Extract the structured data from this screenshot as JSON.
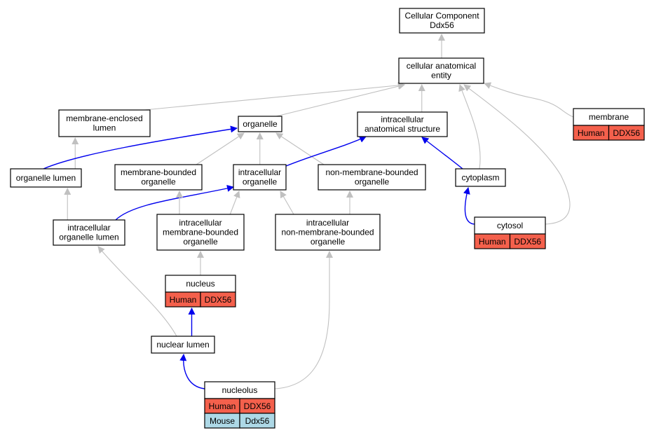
{
  "colors": {
    "edge_default": "#c0c0c0",
    "edge_highlight": "#0000ee",
    "human": "#f4604c",
    "mouse": "#add8e6"
  },
  "nodes": [
    {
      "id": "cellular-component",
      "lines": [
        "Cellular Component",
        "Ddx56"
      ]
    },
    {
      "id": "cellular-anatomical-entity",
      "lines": [
        "cellular anatomical",
        "entity"
      ]
    },
    {
      "id": "membrane-enclosed-lumen",
      "lines": [
        "membrane-enclosed",
        "lumen"
      ]
    },
    {
      "id": "organelle",
      "lines": [
        "organelle"
      ]
    },
    {
      "id": "intracellular-anatomical-structure",
      "lines": [
        "intracellular",
        "anatomical structure"
      ]
    },
    {
      "id": "membrane",
      "lines": [
        "membrane"
      ],
      "annotations": [
        {
          "species": "Human",
          "gene": "DDX56"
        }
      ]
    },
    {
      "id": "organelle-lumen",
      "lines": [
        "organelle lumen"
      ]
    },
    {
      "id": "membrane-bounded-organelle",
      "lines": [
        "membrane-bounded",
        "organelle"
      ]
    },
    {
      "id": "intracellular-organelle",
      "lines": [
        "intracellular",
        "organelle"
      ]
    },
    {
      "id": "non-membrane-bounded-organelle",
      "lines": [
        "non-membrane-bounded",
        "organelle"
      ]
    },
    {
      "id": "cytoplasm",
      "lines": [
        "cytoplasm"
      ]
    },
    {
      "id": "intracellular-organelle-lumen",
      "lines": [
        "intracellular",
        "organelle lumen"
      ]
    },
    {
      "id": "intracellular-membrane-bounded-organelle",
      "lines": [
        "intracellular",
        "membrane-bounded",
        "organelle"
      ]
    },
    {
      "id": "intracellular-non-membrane-bounded-organelle",
      "lines": [
        "intracellular",
        "non-membrane-bounded",
        "organelle"
      ]
    },
    {
      "id": "cytosol",
      "lines": [
        "cytosol"
      ],
      "annotations": [
        {
          "species": "Human",
          "gene": "DDX56"
        }
      ]
    },
    {
      "id": "nucleus",
      "lines": [
        "nucleus"
      ],
      "annotations": [
        {
          "species": "Human",
          "gene": "DDX56"
        }
      ]
    },
    {
      "id": "nuclear-lumen",
      "lines": [
        "nuclear lumen"
      ]
    },
    {
      "id": "nucleolus",
      "lines": [
        "nucleolus"
      ],
      "annotations": [
        {
          "species": "Human",
          "gene": "DDX56"
        },
        {
          "species": "Mouse",
          "gene": "Ddx56"
        }
      ]
    }
  ],
  "edges": [
    {
      "from": "cellular-anatomical-entity",
      "to": "cellular-component",
      "highlight": false
    },
    {
      "from": "membrane-enclosed-lumen",
      "to": "cellular-anatomical-entity",
      "highlight": false
    },
    {
      "from": "organelle",
      "to": "cellular-anatomical-entity",
      "highlight": false
    },
    {
      "from": "intracellular-anatomical-structure",
      "to": "cellular-anatomical-entity",
      "highlight": false
    },
    {
      "from": "membrane",
      "to": "cellular-anatomical-entity",
      "highlight": false
    },
    {
      "from": "cytoplasm",
      "to": "cellular-anatomical-entity",
      "highlight": false
    },
    {
      "from": "cytosol",
      "to": "cellular-anatomical-entity",
      "highlight": false
    },
    {
      "from": "organelle-lumen",
      "to": "membrane-enclosed-lumen",
      "highlight": false
    },
    {
      "from": "organelle-lumen",
      "to": "organelle",
      "highlight": true
    },
    {
      "from": "membrane-bounded-organelle",
      "to": "organelle",
      "highlight": false
    },
    {
      "from": "intracellular-organelle",
      "to": "organelle",
      "highlight": false
    },
    {
      "from": "non-membrane-bounded-organelle",
      "to": "organelle",
      "highlight": false
    },
    {
      "from": "intracellular-organelle",
      "to": "intracellular-anatomical-structure",
      "highlight": true
    },
    {
      "from": "cytoplasm",
      "to": "intracellular-anatomical-structure",
      "highlight": true
    },
    {
      "from": "intracellular-organelle-lumen",
      "to": "organelle-lumen",
      "highlight": false
    },
    {
      "from": "intracellular-organelle-lumen",
      "to": "intracellular-organelle",
      "highlight": true
    },
    {
      "from": "intracellular-membrane-bounded-organelle",
      "to": "membrane-bounded-organelle",
      "highlight": false
    },
    {
      "from": "intracellular-membrane-bounded-organelle",
      "to": "intracellular-organelle",
      "highlight": false
    },
    {
      "from": "intracellular-non-membrane-bounded-organelle",
      "to": "intracellular-organelle",
      "highlight": false
    },
    {
      "from": "intracellular-non-membrane-bounded-organelle",
      "to": "non-membrane-bounded-organelle",
      "highlight": false
    },
    {
      "from": "cytosol",
      "to": "cytoplasm",
      "highlight": true
    },
    {
      "from": "nucleus",
      "to": "intracellular-membrane-bounded-organelle",
      "highlight": false
    },
    {
      "from": "nuclear-lumen",
      "to": "nucleus",
      "highlight": true
    },
    {
      "from": "nuclear-lumen",
      "to": "intracellular-organelle-lumen",
      "highlight": false
    },
    {
      "from": "nucleolus",
      "to": "nuclear-lumen",
      "highlight": true
    },
    {
      "from": "nucleolus",
      "to": "intracellular-non-membrane-bounded-organelle",
      "highlight": false
    }
  ]
}
